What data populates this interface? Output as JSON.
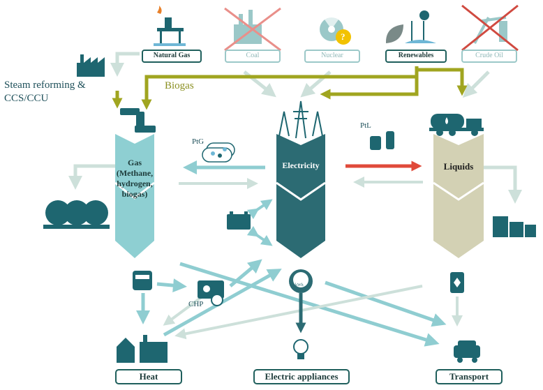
{
  "sources": {
    "natural_gas": "Natural  Gas",
    "coal": "Coal",
    "nuclear": "Nuclear",
    "renewables": "Renewables",
    "crude_oil": "Crude Oil"
  },
  "labels": {
    "steam_reforming_line1": "Steam reforming &",
    "steam_reforming_line2": "CCS/CCU",
    "biogas": "Biogas",
    "ptg": "PtG",
    "ptl": "PtL",
    "chp": "CHP",
    "kwh": "kWh",
    "nuclear_question": "?"
  },
  "carriers": {
    "gas_line1": "Gas",
    "gas_line2": "(Methane,",
    "gas_line3": "hydrogen,",
    "gas_line4": "biogas)",
    "electricity": "Electricity",
    "liquids": "Liquids"
  },
  "outputs": {
    "heat": "Heat",
    "appliances": "Electric appliances",
    "transport": "Transport"
  },
  "colors": {
    "gas": "#8ecfd2",
    "electricity": "#2c6b73",
    "liquids": "#d3d1b4",
    "light_arrow": "#cde0da",
    "teal_arrow": "#8fcdd1",
    "biogas": "#a0a520",
    "red_arrow": "#e04a3a",
    "icon": "#1e6670"
  }
}
